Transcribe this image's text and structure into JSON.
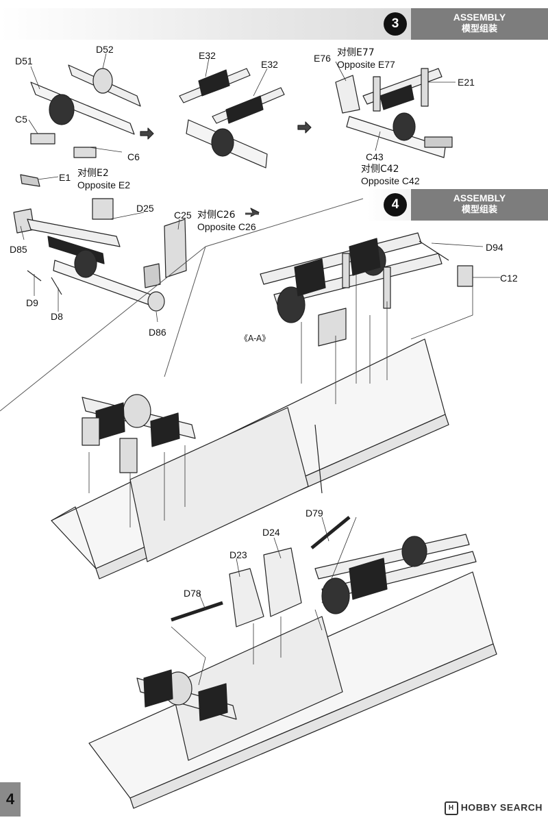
{
  "step3": {
    "number": "3",
    "title_en": "ASSEMBLY",
    "title_cn": "模型组装"
  },
  "step4": {
    "number": "4",
    "title_en": "ASSEMBLY",
    "title_cn": "模型组装"
  },
  "parts": {
    "d51": "D51",
    "d52": "D52",
    "c5": "C5",
    "c6": "C6",
    "e32a": "E32",
    "e32b": "E32",
    "e76": "E76",
    "e77_cn": "对侧E77",
    "e77_en": "Opposite E77",
    "e21": "E21",
    "c43": "C43",
    "c42_cn": "对侧C42",
    "c42_en": "Opposite C42",
    "e1": "E1",
    "e2_cn": "对侧E2",
    "e2_en": "Opposite E2",
    "d25": "D25",
    "c25": "C25",
    "c26_cn": "对侧C26",
    "c26_en": "Opposite C26",
    "d85": "D85",
    "d9": "D9",
    "d8": "D8",
    "d86": "D86",
    "d94": "D94",
    "c12": "C12",
    "section_aa": "《A-A》",
    "d79": "D79",
    "d24": "D24",
    "d23": "D23",
    "d78": "D78"
  },
  "page_number": "4",
  "watermark": {
    "logo": "H",
    "text": "HOBBY SEARCH"
  }
}
